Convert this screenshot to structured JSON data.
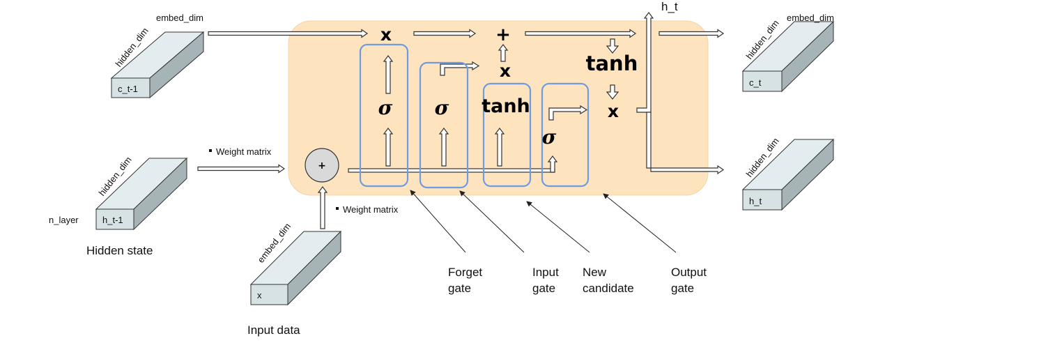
{
  "colors": {
    "cell_fill": "#fde3be",
    "gate_stroke": "#6f9ce0",
    "tensor_front": "#d7e2e5",
    "tensor_top": "#e3ecee",
    "tensor_side": "#a7b4b7",
    "sum_node": "#d9d9d9"
  },
  "tensors": {
    "c_prev": {
      "label": "c_t-1",
      "dim_top": "embed_dim",
      "dim_side": "hidden_dim"
    },
    "h_prev": {
      "label": "h_t-1",
      "dim_side": "hidden_dim",
      "dim_left": "n_layer",
      "caption": "Hidden state"
    },
    "x": {
      "label": "x",
      "dim_side": "embed_dim",
      "caption": "Input data"
    },
    "c_out": {
      "label": "c_t",
      "dim_top": "embed_dim",
      "dim_side": "hidden_dim"
    },
    "h_out": {
      "label": "h_t",
      "dim_side": "hidden_dim"
    }
  },
  "weights": {
    "hidden": "Weight matrix",
    "input": "Weight matrix"
  },
  "ops": {
    "sum": "+",
    "mul_forget": "x",
    "add_cell": "+",
    "mul_input": "x",
    "mul_output": "x",
    "tanh_cell": "tanh"
  },
  "gates": {
    "forget_symbol": "σ",
    "input_symbol": "σ",
    "candidate_symbol": "tanh",
    "output_symbol": "σ"
  },
  "gate_labels": {
    "forget": [
      "Forget",
      "gate"
    ],
    "input": [
      "Input",
      "gate"
    ],
    "candidate": [
      "New",
      "candidate"
    ],
    "output": [
      "Output",
      "gate"
    ]
  },
  "h_t_label": "h_t"
}
